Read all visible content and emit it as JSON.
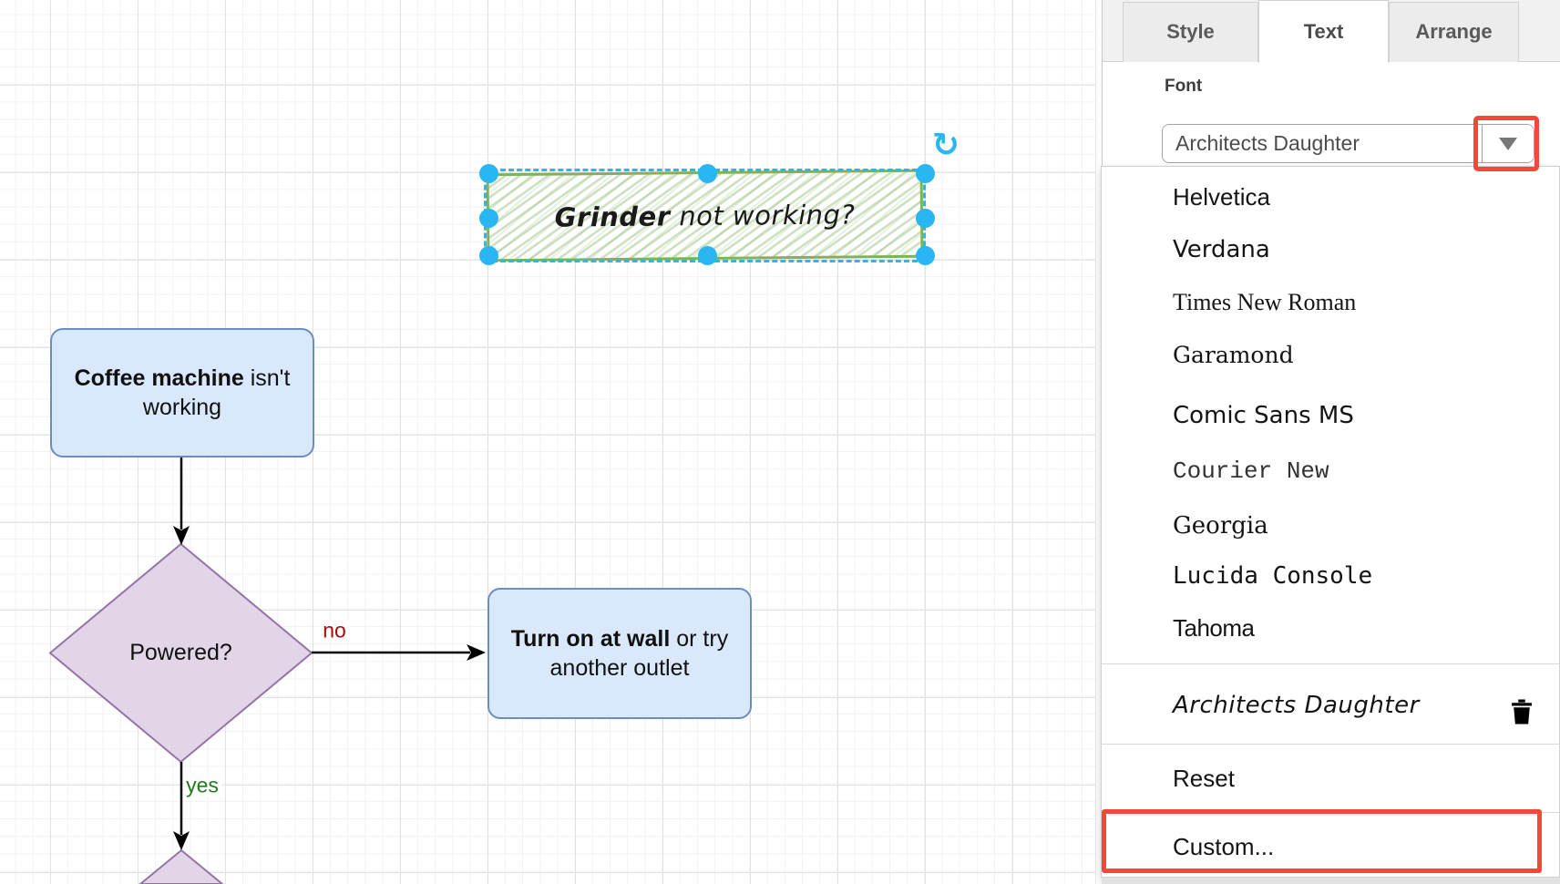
{
  "panel": {
    "tabs": [
      {
        "label": "Style",
        "active": false
      },
      {
        "label": "Text",
        "active": true
      },
      {
        "label": "Arrange",
        "active": false
      }
    ],
    "font_section": {
      "label": "Font",
      "value": "Architects Daughter"
    },
    "dropdown_menu": {
      "builtin_fonts": [
        {
          "label": "Helvetica"
        },
        {
          "label": "Verdana"
        },
        {
          "label": "Times New Roman"
        },
        {
          "label": "Garamond"
        },
        {
          "label": "Comic Sans MS"
        },
        {
          "label": "Courier New"
        },
        {
          "label": "Georgia"
        },
        {
          "label": "Lucida Console"
        },
        {
          "label": "Tahoma"
        }
      ],
      "custom_fonts": [
        {
          "label": "Architects Daughter"
        }
      ],
      "reset_label": "Reset",
      "custom_label": "Custom..."
    }
  },
  "canvas": {
    "shapes": {
      "grinder": {
        "bold": "Grinder",
        "rest": " not working?"
      },
      "coffee": {
        "bold": "Coffee machine",
        "rest": " isn't",
        "line2": "working"
      },
      "powered": {
        "label": "Powered?"
      },
      "wall": {
        "bold": "Turn on at wall",
        "rest": " or try",
        "line2": "another outlet"
      }
    },
    "edge_labels": {
      "no": "no",
      "yes": "yes"
    }
  },
  "icons": {
    "rotate_glyph": "↻",
    "dropdown_arrow": "chevron-down",
    "trash": "trash",
    "handle": "selection-handle"
  },
  "colors": {
    "annotation_red": "#f4483c",
    "selection_blue": "#29b6f2",
    "box_fill_blue": "#dae8fc",
    "box_stroke_blue": "#6c8ebf",
    "diamond_fill_purple": "#e1d5e7",
    "diamond_stroke_purple": "#9673a6",
    "sketch_green": "#82b366",
    "edge_label_no": "#a50d0d",
    "edge_label_yes": "#1e7e1e"
  }
}
